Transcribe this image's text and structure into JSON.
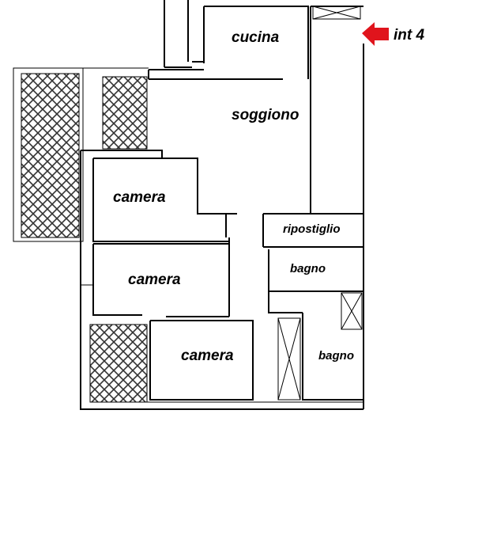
{
  "plan": {
    "rooms": {
      "kitchen": "cucina",
      "living": "soggiono",
      "bedroom1": "camera",
      "bedroom2": "camera",
      "bedroom3": "camera",
      "storage": "ripostiglio",
      "bathroom1": "bagno",
      "bathroom2": "bagno"
    },
    "unit_marker": "int 4",
    "colors": {
      "arrow": "#e0141c",
      "walls": "#000000"
    }
  }
}
